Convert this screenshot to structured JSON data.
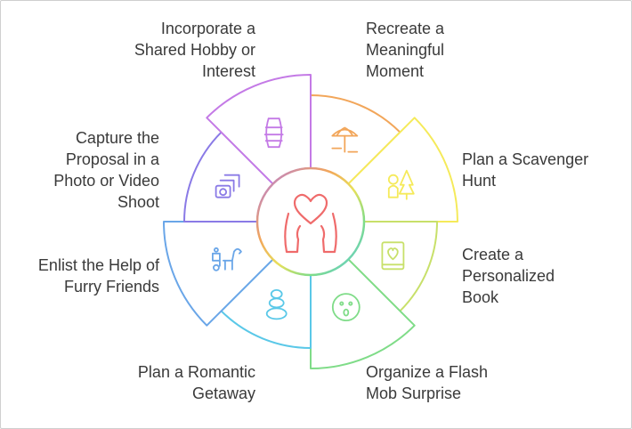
{
  "segments": [
    {
      "id": "recreate-moment",
      "label": [
        "Recreate a",
        "Meaningful",
        "Moment"
      ],
      "color": "#f2a65a",
      "icon": "beach-umbrella-icon"
    },
    {
      "id": "scavenger-hunt",
      "label": [
        "Plan a Scavenger",
        "Hunt"
      ],
      "color": "#f5ea5a",
      "icon": "forest-tree-icon"
    },
    {
      "id": "personalized-book",
      "label": [
        "Create a",
        "Personalized",
        "Book"
      ],
      "color": "#c8e06a",
      "icon": "heart-book-icon"
    },
    {
      "id": "flash-mob",
      "label": [
        "Organize a Flash",
        "Mob Surprise"
      ],
      "color": "#7fdc88",
      "icon": "surprised-face-icon"
    },
    {
      "id": "romantic-getaway",
      "label": [
        "Plan a Romantic",
        "Getaway"
      ],
      "color": "#5ac8e8",
      "icon": "stacked-stones-icon"
    },
    {
      "id": "furry-friends",
      "label": [
        "Enlist the Help of",
        "Furry Friends"
      ],
      "color": "#6aa6e8",
      "icon": "dog-icon"
    },
    {
      "id": "photo-shoot",
      "label": [
        "Capture the",
        "Proposal in a",
        "Photo or Video",
        "Shoot"
      ],
      "color": "#8a7ae6",
      "icon": "cameras-icon"
    },
    {
      "id": "shared-hobby",
      "label": [
        "Incorporate a",
        "Shared Hobby or",
        "Interest"
      ],
      "color": "#c47ae6",
      "icon": "lantern-icon"
    }
  ],
  "center": {
    "icon": "heart-in-hands-icon"
  }
}
